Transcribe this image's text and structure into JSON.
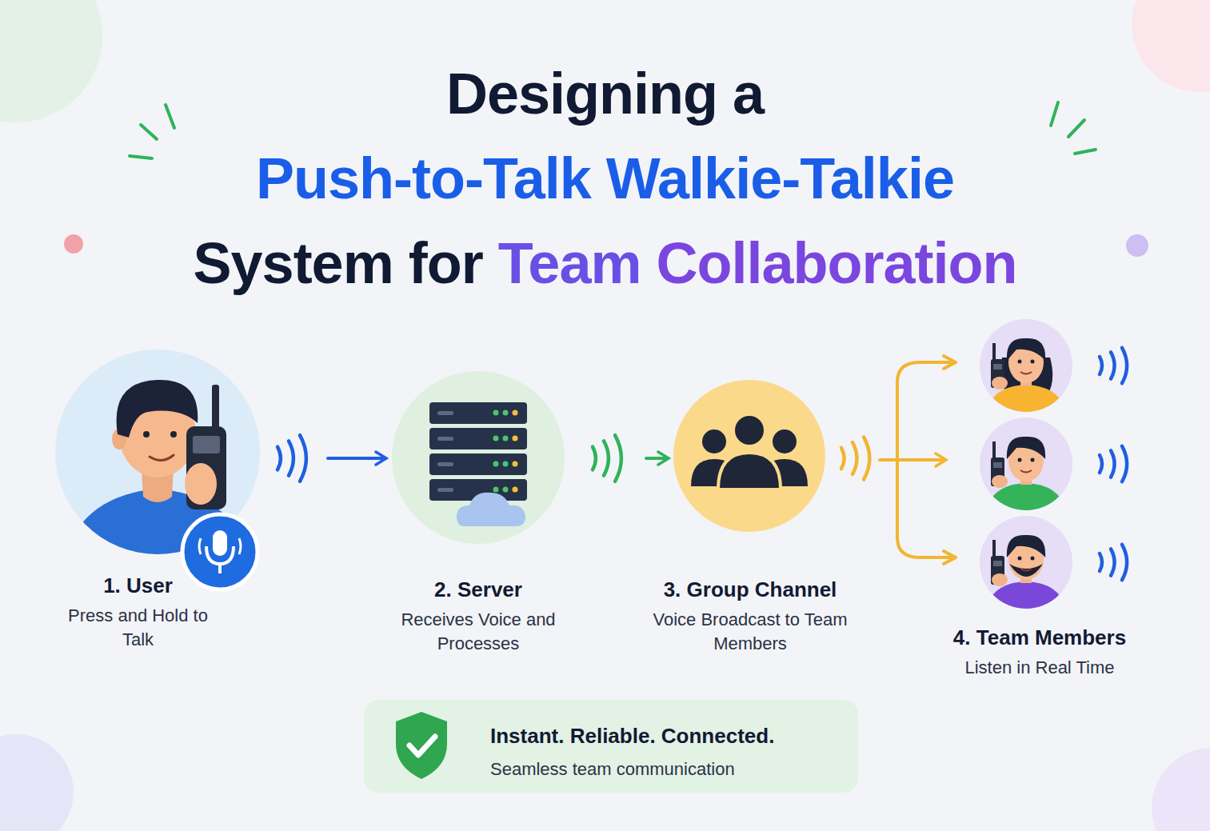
{
  "diagram": {
    "title": "Designing a Push-to-Talk Walkie-Talkie System for Team Collaboration",
    "nodes": [
      {
        "text": [
          "1. User",
          "Press and Hold to Talk"
        ]
      },
      {
        "text": [
          "2. Server",
          "Receives Voice and Processes"
        ]
      },
      {
        "text": [
          "3. Group Channel",
          "Voice Broadcast to Team Members"
        ]
      },
      {
        "text": [
          "4. Team Members",
          "Listen in Real Time"
        ]
      },
      {
        "text": [
          "Instant. Reliable. Connected.",
          "Seamless team communication"
        ]
      }
    ],
    "edges": [
      {
        "from": 0,
        "to": 1,
        "arrow": "to"
      },
      {
        "from": 1,
        "to": 2,
        "arrow": "to"
      },
      {
        "from": 2,
        "to": 3,
        "arrow": "to"
      }
    ]
  }
}
